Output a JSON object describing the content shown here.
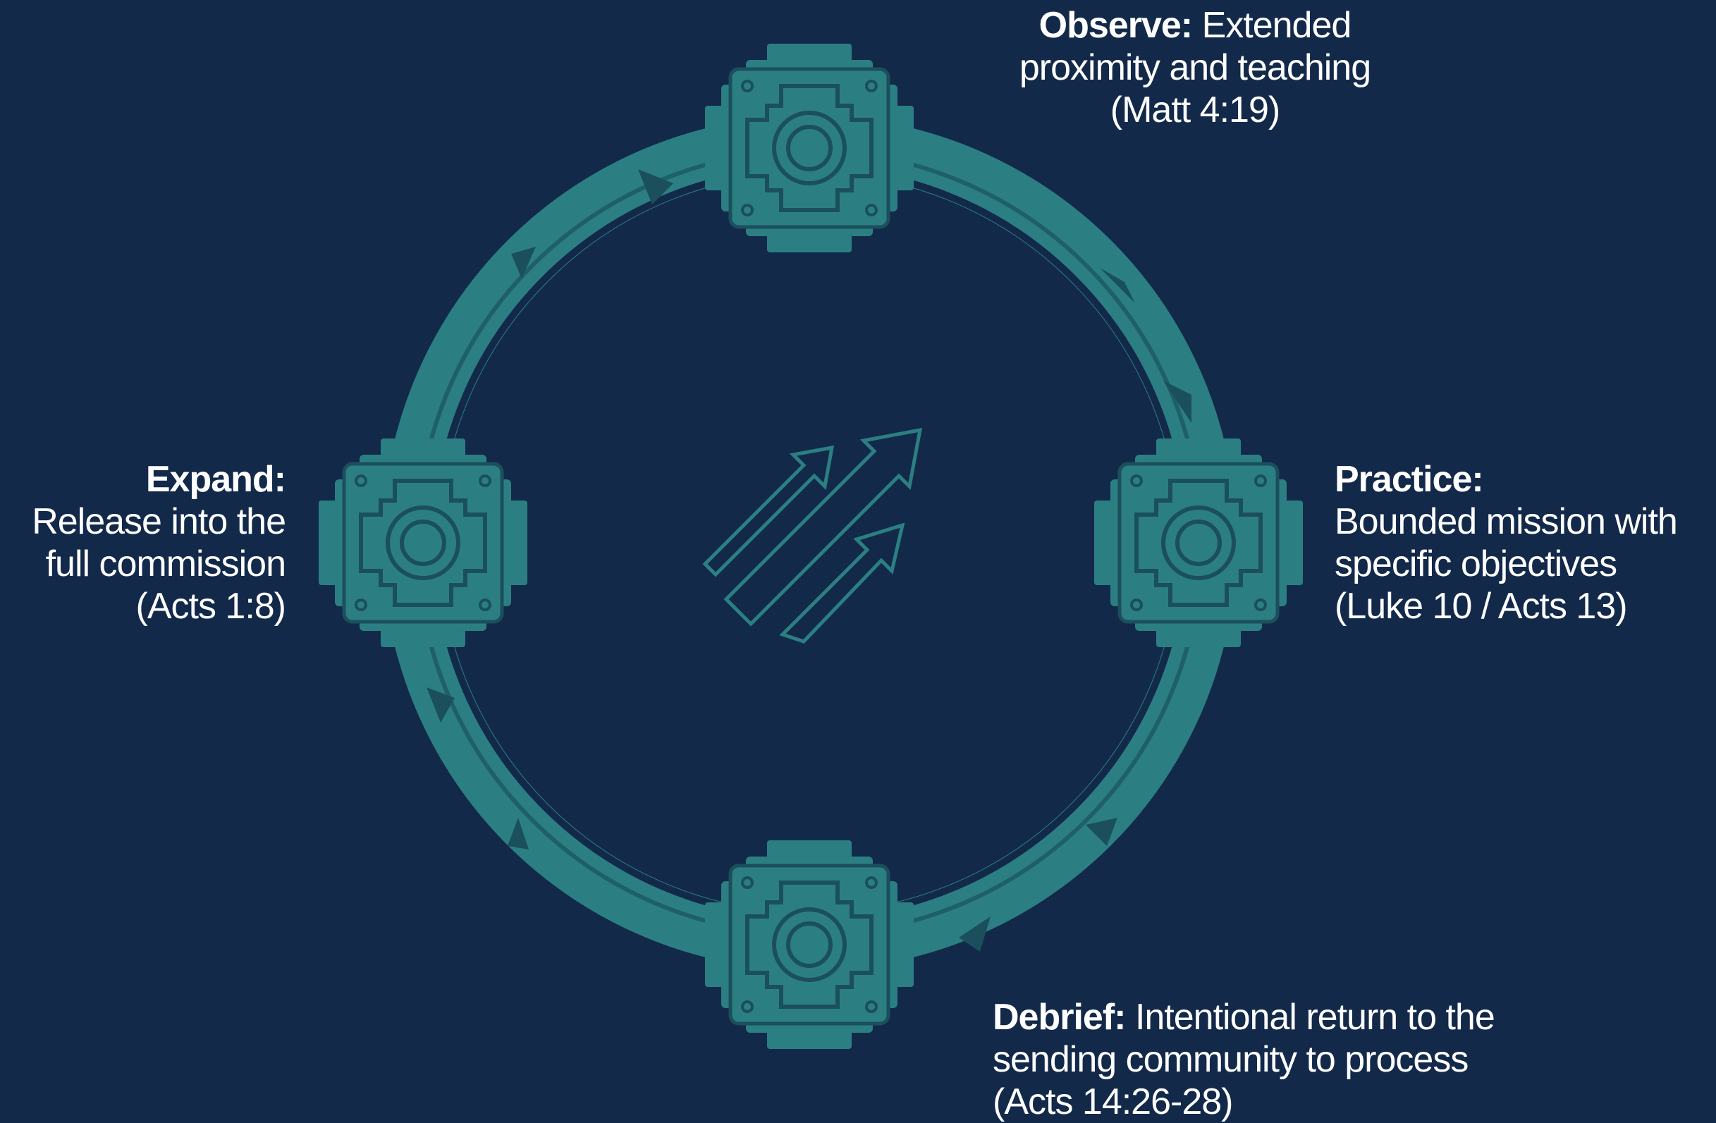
{
  "colors": {
    "background": "#13294a",
    "ring": "#2b7f82",
    "ring_dark": "#1f5f6a",
    "node": "#2b7f82",
    "node_detail": "#1b4f5c",
    "text": "#ffffff"
  },
  "direction": "clockwise",
  "center_icon": "multiple-upward-arrows-icon",
  "nodes": {
    "observe": {
      "title": "Observe:",
      "line1": "Extended",
      "line2": "proximity and teaching",
      "ref": "(Matt 4:19)"
    },
    "practice": {
      "title": "Practice:",
      "line1": "Bounded mission with",
      "line2": "specific objectives",
      "ref": "(Luke 10 / Acts 13)"
    },
    "debrief": {
      "title": "Debrief:",
      "line1": "Intentional return to the",
      "line2": "sending community to process",
      "ref": "(Acts 14:26-28)"
    },
    "expand": {
      "title": "Expand:",
      "line1": "Release into the",
      "line2": "full commission",
      "ref": "(Acts 1:8)"
    }
  }
}
